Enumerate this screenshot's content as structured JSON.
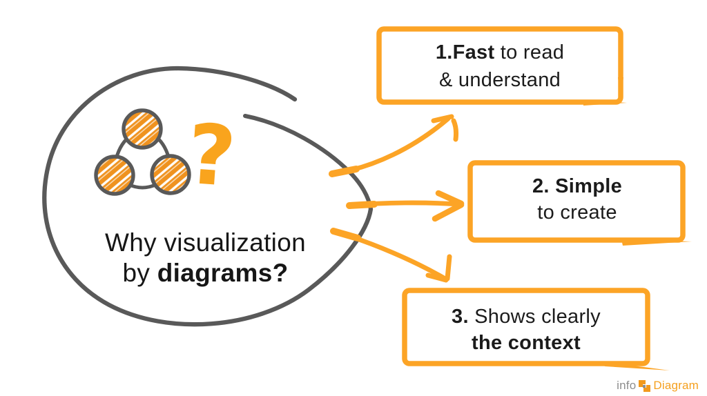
{
  "slide": {
    "bubble": {
      "line1": "Why visualization",
      "line2_regular": "by ",
      "line2_bold": "diagrams?",
      "question_mark": "?"
    },
    "boxes": [
      {
        "name": "fast-to-read",
        "line1_bold": "1.Fast",
        "line1_rest": " to read",
        "line2_bold": "",
        "line2_rest": "& understand"
      },
      {
        "name": "simple-to-create",
        "line1_bold": "2. Simple",
        "line1_rest": "",
        "line2_bold": "",
        "line2_rest": "to create"
      },
      {
        "name": "shows-the-context",
        "line1_bold": "3.",
        "line1_rest": " Shows clearly",
        "line2_bold": "the context",
        "line2_rest": ""
      }
    ],
    "logo": {
      "info": "info",
      "diagram": "Diagram"
    }
  },
  "colors": {
    "accent_orange": "#FCA426",
    "scribble_orange": "#EF921F",
    "qmark_orange": "#F9A41D",
    "outline_gray": "#595959",
    "text_black": "#1B1B1B",
    "logo_gray": "#8D8D8D",
    "logo_orange": "#F5A01F"
  },
  "icons": {
    "bubble_icon": "three-circles-diagram-icon",
    "question_icon": "question-mark-icon",
    "logo_icon": "infodiagram-brackets-icon"
  }
}
